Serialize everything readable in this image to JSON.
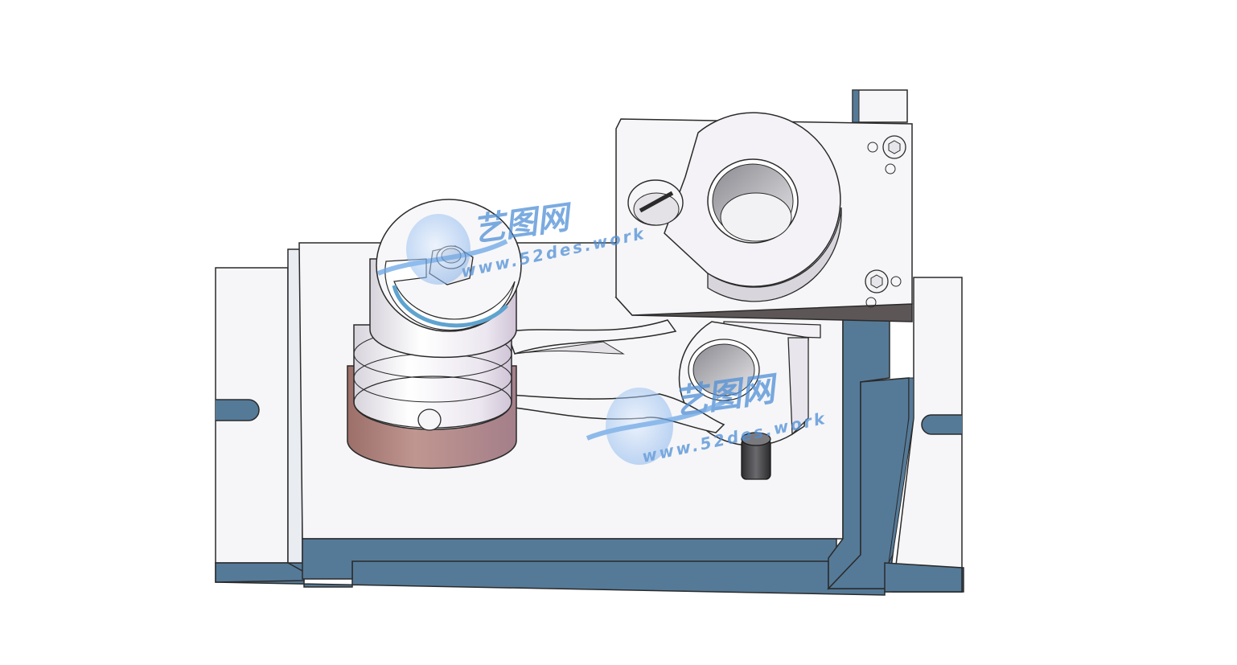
{
  "scene": {
    "subject": "fixture-assembly-cad-render",
    "colors": {
      "background": "#ffffff",
      "part_face": "#f6f6f8",
      "part_edge": "#2a2a2a",
      "part_side": "#557a98",
      "part_side_dark": "#3f627e",
      "rubber": "#b98a83",
      "rubber_dark": "#9c6f69",
      "plate_side": "#5d5656",
      "watermark": "#4f8fd6"
    }
  },
  "watermark": {
    "title": "艺图网",
    "site": "www.52des.work"
  }
}
